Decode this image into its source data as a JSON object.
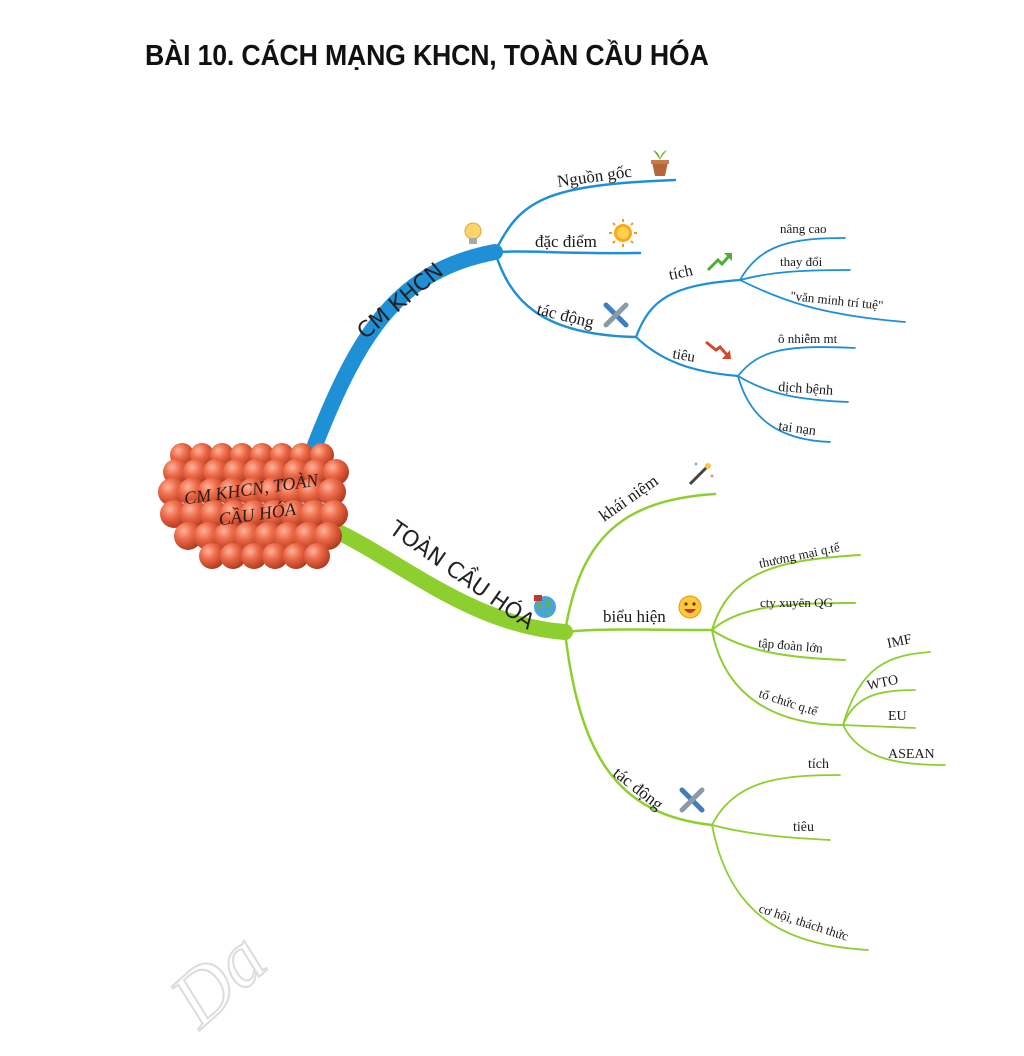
{
  "title": "BÀI 10. CÁCH MẠNG KHCN, TOÀN CẦU HÓA",
  "center": {
    "line1": "CM KHCN, TOÀN",
    "line2": "CẦU HÓA"
  },
  "colors": {
    "blue": "#1f8fd6",
    "green": "#8ccf2f",
    "center": "#e2573a"
  },
  "khcn": {
    "label": "CM KHCN",
    "nguon_goc": "Nguồn gốc",
    "dac_diem": "đặc điểm",
    "tac_dong": "tác động",
    "tich": "tích",
    "tich_items": [
      "nâng cao",
      "thay đổi",
      "\"văn minh trí tuệ\""
    ],
    "tieu": "tiêu",
    "tieu_items": [
      "ô nhiễm mt",
      "dịch bệnh",
      "tai nạn"
    ]
  },
  "tch": {
    "label": "TOÀN CẦU HÓA",
    "khai_niem": "khái niệm",
    "bieu_hien": "biểu hiện",
    "bieu_hien_items": [
      "thương mại q.tế",
      "cty xuyên QG",
      "tập đoàn lớn",
      "tổ chức q.tế"
    ],
    "to_chuc_items": [
      "IMF",
      "WTO",
      "EU",
      "ASEAN"
    ],
    "tac_dong": "tác động",
    "tac_dong_items": [
      "tích",
      "tiêu",
      "cơ hội, thách thức"
    ]
  },
  "icons": [
    "plant-pot-icon",
    "lightbulb-icon",
    "sun-icon",
    "tools-icon",
    "arrow-up-icon",
    "arrow-down-icon",
    "magic-wand-icon",
    "globe-icon",
    "smiley-icon"
  ],
  "watermark": "Da"
}
